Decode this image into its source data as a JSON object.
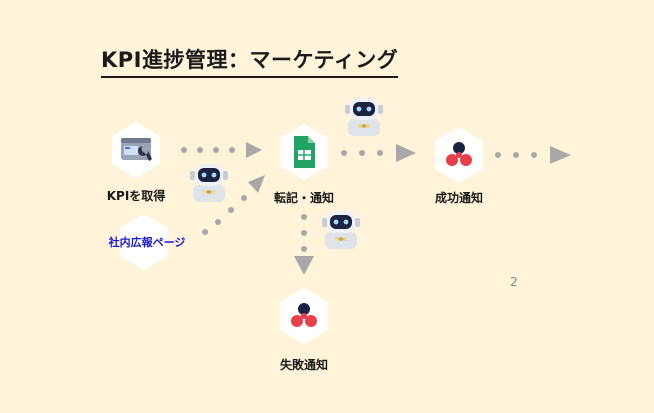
{
  "title": "KPI進捗管理：マーケティング",
  "nodes": {
    "kpi": {
      "label": "KPIを取得",
      "icon": "wrench-settings-icon"
    },
    "sheets": {
      "label": "転記・通知",
      "icon": "google-sheets-icon"
    },
    "success": {
      "label": "成功通知",
      "icon": "notification-app-icon"
    },
    "failure": {
      "label": "失敗通知",
      "icon": "notification-app-icon"
    },
    "intranet": {
      "label": "社内広報ページ"
    }
  },
  "robot_icon": "robot-icon",
  "page_number": "2",
  "colors": {
    "background": "#fff3d9",
    "arrow": "#a8a8a8",
    "link": "#1a1ad6",
    "sheets_green": "#21a463",
    "dots_red": "#e8404b",
    "dots_navy": "#1c2340"
  }
}
